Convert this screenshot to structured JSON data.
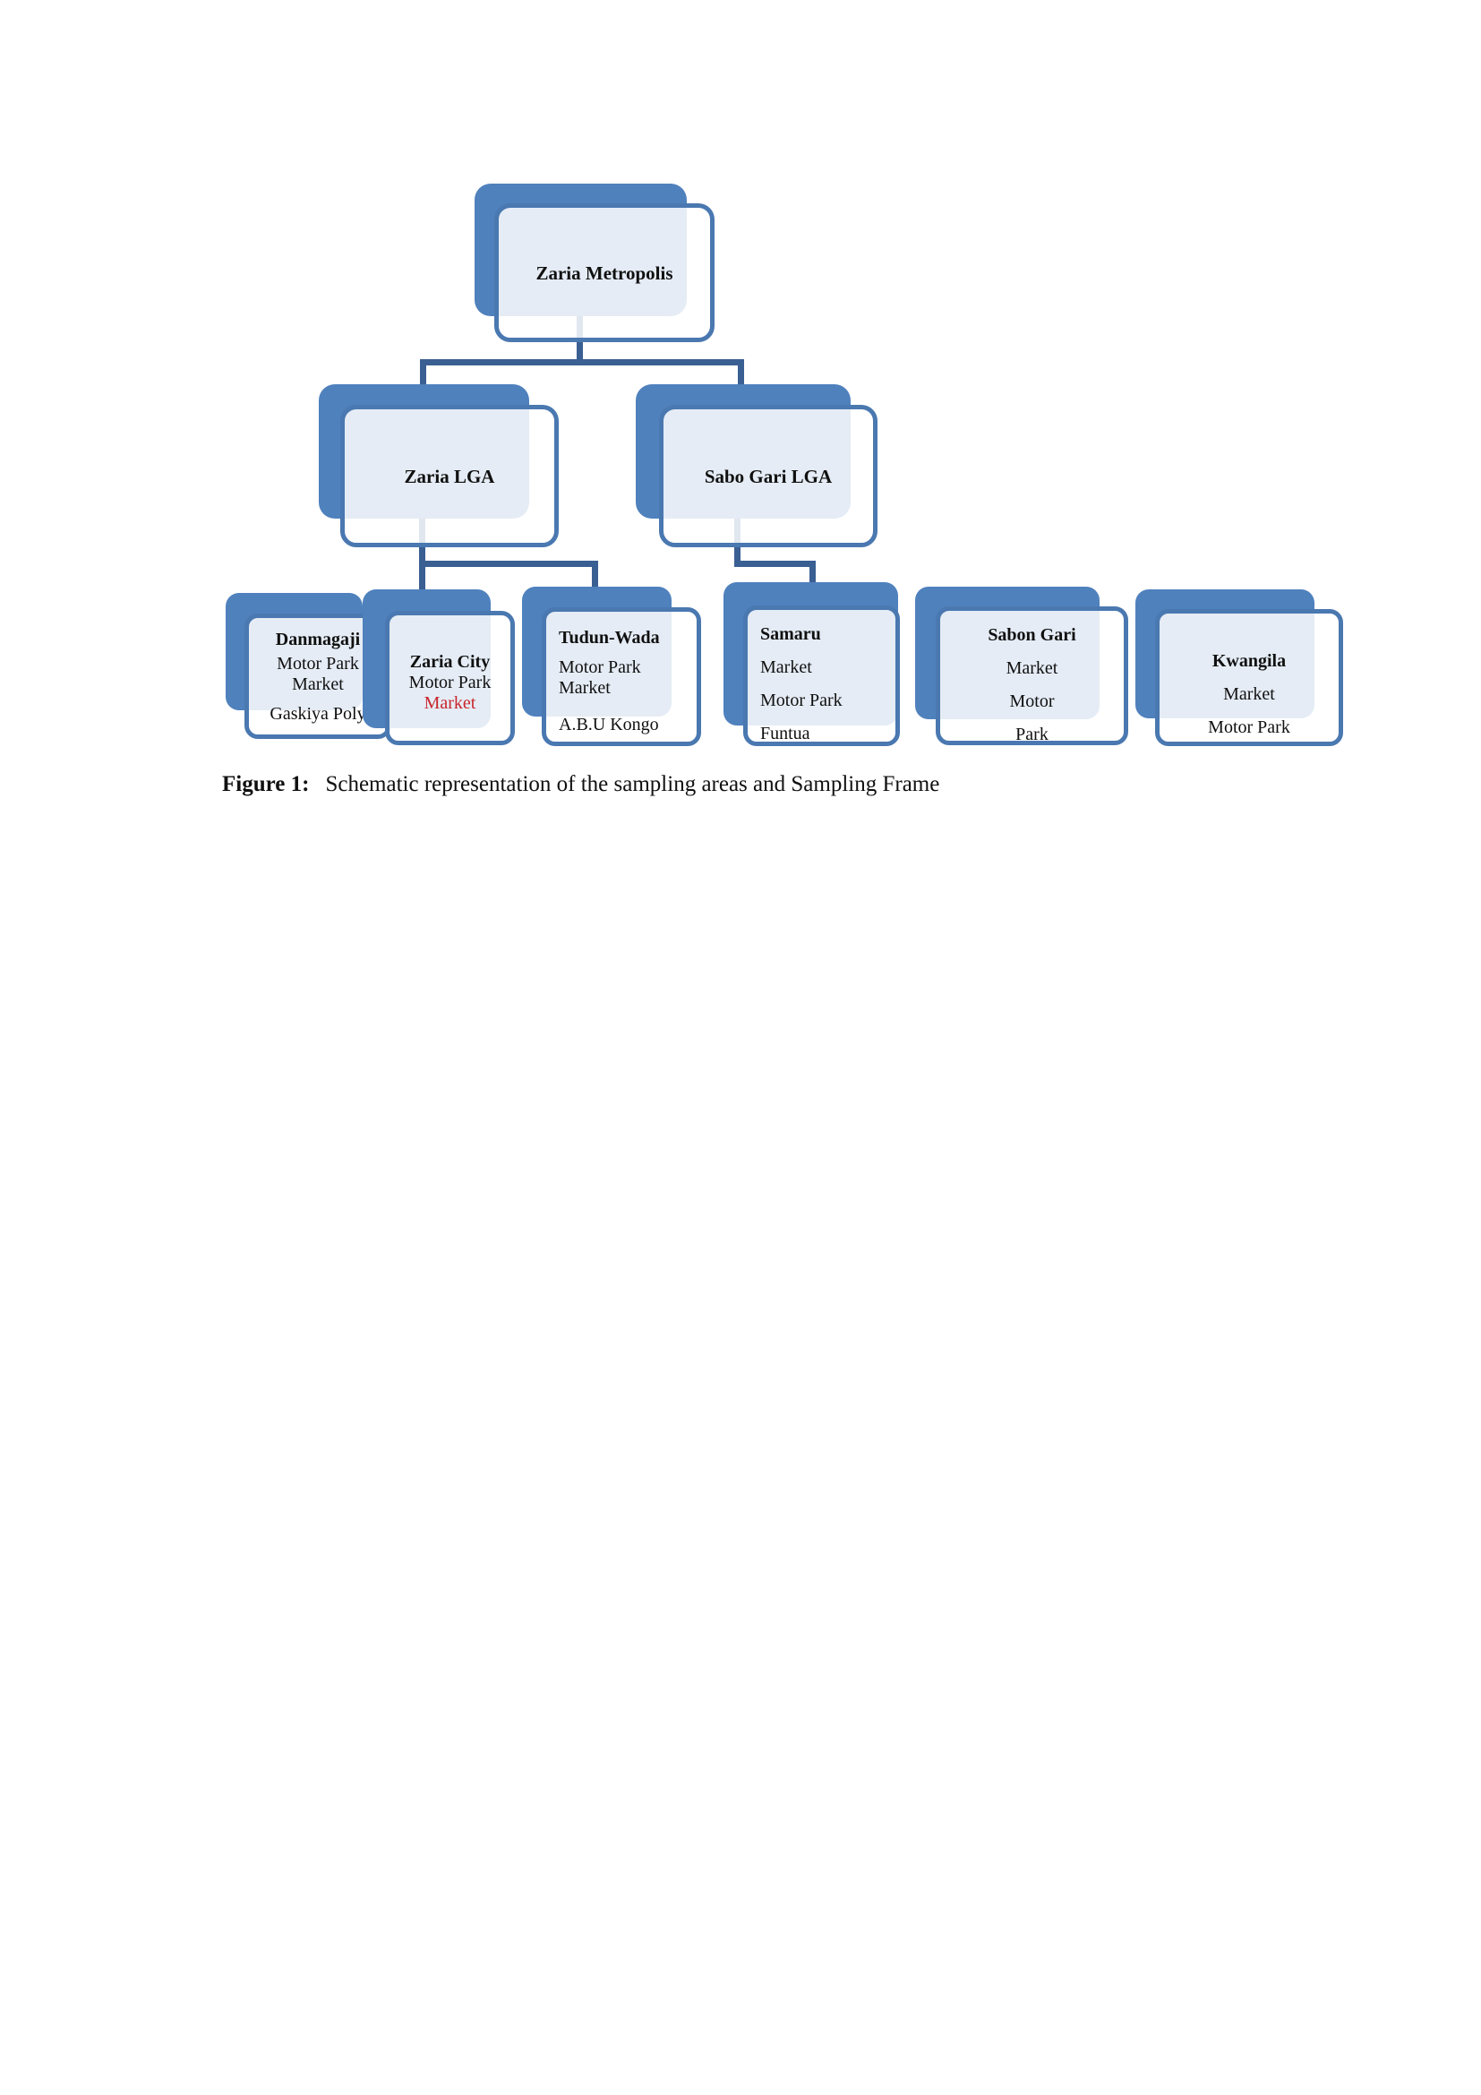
{
  "figure": {
    "caption_label": "Figure 1:",
    "caption_text": "Schematic representation of the sampling areas and Sampling Frame"
  },
  "colors": {
    "accent_blue": "#4f81bd",
    "card_border_blue": "#4a78b0",
    "connector_blue": "#3a5f92",
    "highlight_red": "#c9252b"
  },
  "nodes": {
    "root": {
      "title": "Zaria Metropolis"
    },
    "zaria_lga": {
      "title": "Zaria LGA"
    },
    "sabo_gari_lga": {
      "title": "Sabo Gari LGA"
    },
    "danmagaji": {
      "title": "Danmagaji",
      "line1": "Motor Park",
      "line2": "Market",
      "line3": "Gaskiya Poly"
    },
    "zaria_city": {
      "title": "Zaria City",
      "line1": "Motor Park",
      "line2": "Market"
    },
    "tudun_wada": {
      "title": "Tudun-Wada",
      "line1": "Motor Park",
      "line2": "Market",
      "line3": "A.B.U Kongo"
    },
    "samaru": {
      "title": "Samaru",
      "line1": "Market",
      "line2": "Motor Park",
      "line3": "Funtua"
    },
    "sabon_gari": {
      "title": "Sabon Gari",
      "line1": "Market",
      "line2": "Motor",
      "line3": "Park"
    },
    "kwangila": {
      "title": "Kwangila",
      "line1": "Market",
      "line2": "Motor Park"
    }
  }
}
